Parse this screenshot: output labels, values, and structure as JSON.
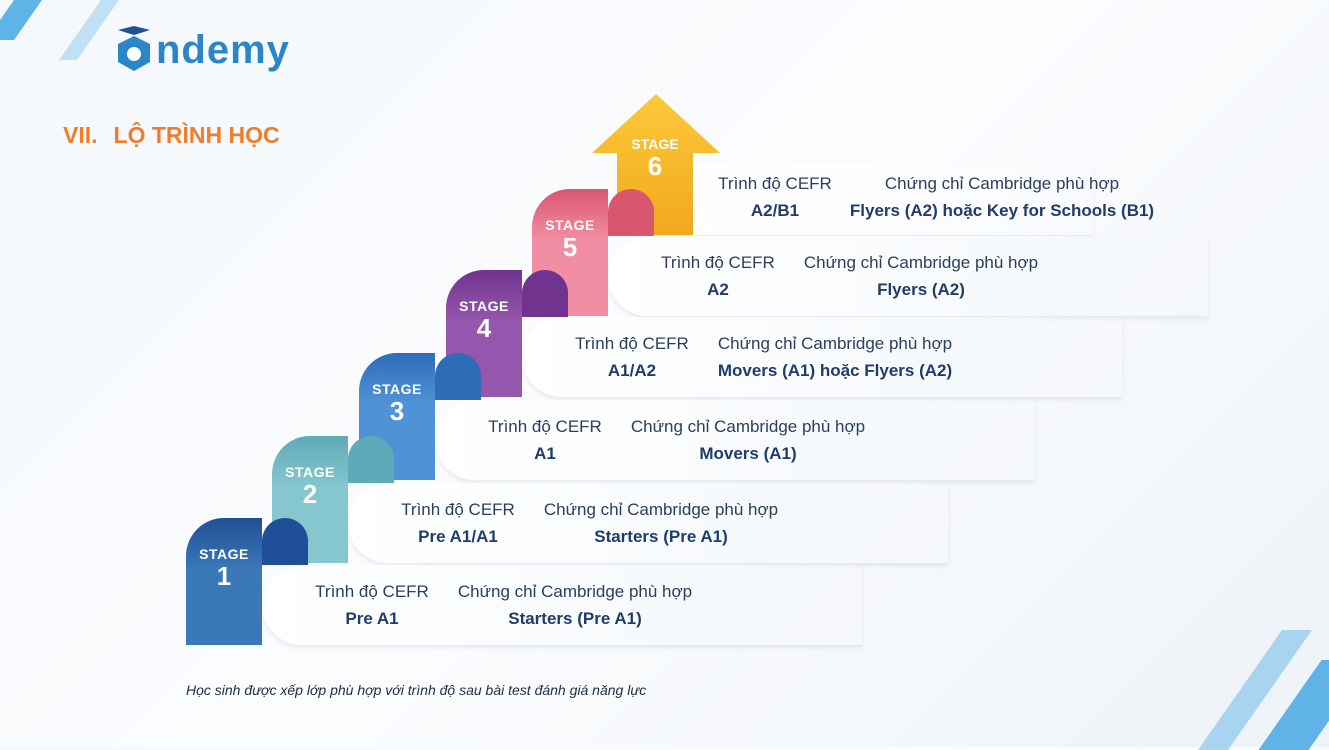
{
  "brand": {
    "name": "ndemy",
    "logo_text": "Ondemy"
  },
  "title": {
    "number": "VII.",
    "text": "LỘ TRÌNH HỌC"
  },
  "stage_word": "STAGE",
  "stages": [
    {
      "num": "1",
      "cefr_label": "Trình độ CEFR",
      "cefr": "Pre A1",
      "cert_label": "Chứng chỉ Cambridge phù hợp",
      "cert": "Starters (Pre A1)",
      "color": "#3a78b8",
      "curl": "#1f4f96"
    },
    {
      "num": "2",
      "cefr_label": "Trình độ CEFR",
      "cefr": "Pre A1/A1",
      "cert_label": "Chứng chỉ Cambridge phù hợp",
      "cert": "Starters (Pre A1)",
      "color": "#86c7cf",
      "curl": "#5eaab8"
    },
    {
      "num": "3",
      "cefr_label": "Trình độ CEFR",
      "cefr": "A1",
      "cert_label": "Chứng chỉ Cambridge phù hợp",
      "cert": "Movers (A1)",
      "color": "#4f93d6",
      "curl": "#2f6cb8"
    },
    {
      "num": "4",
      "cefr_label": "Trình độ CEFR",
      "cefr": "A1/A2",
      "cert_label": "Chứng chỉ Cambridge phù hợp",
      "cert": "Movers (A1) hoặc Flyers (A2)",
      "color": "#9556ad",
      "curl": "#70348e"
    },
    {
      "num": "5",
      "cefr_label": "Trình độ CEFR",
      "cefr": "A2",
      "cert_label": "Chứng chỉ Cambridge phù hợp",
      "cert": "Flyers (A2)",
      "color": "#f28ea3",
      "curl": "#d9566f"
    },
    {
      "num": "6",
      "cefr_label": "Trình độ CEFR",
      "cefr": "A2/B1",
      "cert_label": "Chứng chỉ Cambridge phù hợp",
      "cert": "Flyers (A2) hoặc Key for Schools (B1)",
      "color": "#f7b924"
    }
  ],
  "footnote": "Học sinh được xếp lớp phù hợp với trình độ sau bài test đánh giá năng lực"
}
